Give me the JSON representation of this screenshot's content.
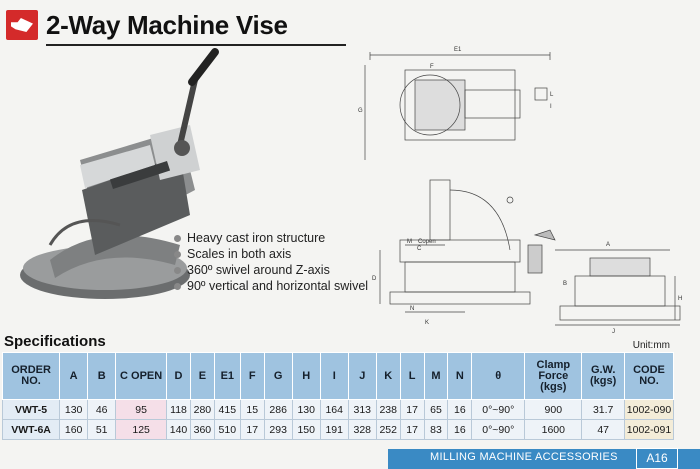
{
  "header": {
    "title": "2-Way Machine Vise"
  },
  "features": [
    "Heavy cast iron structure",
    "Scales in both axis",
    "360º swivel around Z-axis",
    "90º vertical and horizontal swivel"
  ],
  "drawing_labels": {
    "e1": "E1",
    "f": "F",
    "g": "G",
    "l": "L",
    "i": "I",
    "m": "M",
    "c": "C",
    "copen": "Copen",
    "n": "N",
    "k": "K",
    "d": "D",
    "a": "A",
    "b": "B",
    "h": "H",
    "j": "J"
  },
  "specs": {
    "title": "Specifications",
    "unit": "Unit:mm",
    "headers": [
      "ORDER NO.",
      "A",
      "B",
      "C OPEN",
      "D",
      "E",
      "E1",
      "F",
      "G",
      "H",
      "I",
      "J",
      "K",
      "L",
      "M",
      "N",
      "θ",
      "Clamp Force (kgs)",
      "G.W. (kgs)",
      "CODE NO."
    ],
    "rows": [
      [
        "VWT-5",
        "130",
        "46",
        "95",
        "118",
        "280",
        "415",
        "15",
        "286",
        "130",
        "164",
        "313",
        "238",
        "17",
        "65",
        "16",
        "0°~90°",
        "900",
        "31.7",
        "1002-090"
      ],
      [
        "VWT-6A",
        "160",
        "51",
        "125",
        "140",
        "360",
        "510",
        "17",
        "293",
        "150",
        "191",
        "328",
        "252",
        "17",
        "83",
        "16",
        "0°~90°",
        "1600",
        "47",
        "1002-091"
      ]
    ]
  },
  "footer": {
    "label": "MILLING MACHINE ACCESSORIES",
    "page": "A16"
  },
  "colors": {
    "accent_red": "#d42a2a",
    "header_blue": "#9fc3e0",
    "footer_blue": "#3a8ac4"
  }
}
